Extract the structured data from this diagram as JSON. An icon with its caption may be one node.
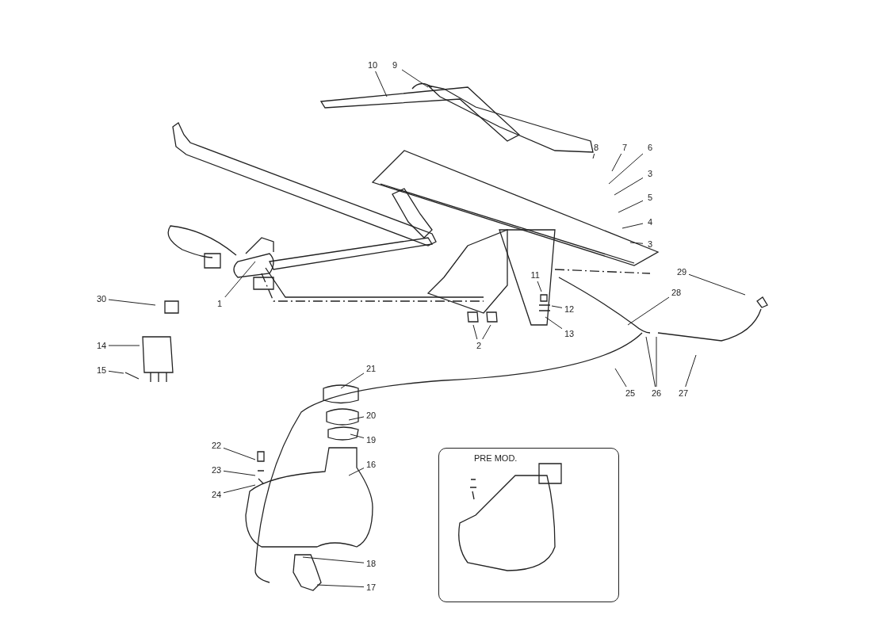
{
  "diagram": {
    "nodes": [
      {
        "text": [
          "10"
        ]
      },
      {
        "text": [
          "9"
        ]
      },
      {
        "text": [
          "8"
        ]
      },
      {
        "text": [
          "7"
        ]
      },
      {
        "text": [
          "6"
        ]
      },
      {
        "text": [
          "3"
        ]
      },
      {
        "text": [
          "5"
        ]
      },
      {
        "text": [
          "4"
        ]
      },
      {
        "text": [
          "3"
        ]
      },
      {
        "text": [
          "29"
        ]
      },
      {
        "text": [
          "11"
        ]
      },
      {
        "text": [
          "28"
        ]
      },
      {
        "text": [
          "12"
        ]
      },
      {
        "text": [
          "30"
        ]
      },
      {
        "text": [
          "1"
        ]
      },
      {
        "text": [
          "13"
        ]
      },
      {
        "text": [
          "2"
        ]
      },
      {
        "text": [
          "14"
        ]
      },
      {
        "text": [
          "15"
        ]
      },
      {
        "text": [
          "21"
        ]
      },
      {
        "text": [
          "25"
        ]
      },
      {
        "text": [
          "26"
        ]
      },
      {
        "text": [
          "27"
        ]
      },
      {
        "text": [
          "20"
        ]
      },
      {
        "text": [
          "19"
        ]
      },
      {
        "text": [
          "22"
        ]
      },
      {
        "text": [
          "PRE MOD."
        ]
      },
      {
        "text": [
          "16"
        ]
      },
      {
        "text": [
          "23"
        ]
      },
      {
        "text": [
          "24"
        ]
      },
      {
        "text": [
          "18"
        ]
      },
      {
        "text": [
          "17"
        ]
      }
    ],
    "edges": [
      {
        "from": 0,
        "to": null,
        "arrow": "none"
      },
      {
        "from": 1,
        "to": null,
        "arrow": "none"
      },
      {
        "from": 2,
        "to": null,
        "arrow": "none"
      },
      {
        "from": 3,
        "to": null,
        "arrow": "none"
      },
      {
        "from": 4,
        "to": null,
        "arrow": "none"
      },
      {
        "from": 5,
        "to": null,
        "arrow": "none"
      },
      {
        "from": 6,
        "to": null,
        "arrow": "none"
      },
      {
        "from": 7,
        "to": null,
        "arrow": "none"
      },
      {
        "from": 8,
        "to": null,
        "arrow": "none"
      },
      {
        "from": 9,
        "to": null,
        "arrow": "none"
      },
      {
        "from": 10,
        "to": null,
        "arrow": "none"
      },
      {
        "from": 11,
        "to": null,
        "arrow": "none"
      },
      {
        "from": 12,
        "to": null,
        "arrow": "none"
      },
      {
        "from": 13,
        "to": null,
        "arrow": "none"
      },
      {
        "from": 14,
        "to": null,
        "arrow": "none"
      },
      {
        "from": 15,
        "to": null,
        "arrow": "none"
      },
      {
        "from": 16,
        "to": null,
        "arrow": "none"
      },
      {
        "from": 16,
        "to": null,
        "arrow": "none"
      },
      {
        "from": 17,
        "to": null,
        "arrow": "none"
      },
      {
        "from": 18,
        "to": null,
        "arrow": "none"
      },
      {
        "from": 19,
        "to": null,
        "arrow": "none"
      },
      {
        "from": 20,
        "to": null,
        "arrow": "none"
      },
      {
        "from": 21,
        "to": null,
        "arrow": "none"
      },
      {
        "from": 21,
        "to": null,
        "arrow": "none"
      },
      {
        "from": 22,
        "to": null,
        "arrow": "none"
      },
      {
        "from": 23,
        "to": null,
        "arrow": "none"
      },
      {
        "from": 24,
        "to": null,
        "arrow": "none"
      },
      {
        "from": 25,
        "to": null,
        "arrow": "none"
      },
      {
        "from": 27,
        "to": null,
        "arrow": "none"
      },
      {
        "from": 28,
        "to": null,
        "arrow": "none"
      },
      {
        "from": 29,
        "to": null,
        "arrow": "none"
      },
      {
        "from": 30,
        "to": null,
        "arrow": "none"
      },
      {
        "from": 31,
        "to": null,
        "arrow": "none"
      }
    ]
  }
}
